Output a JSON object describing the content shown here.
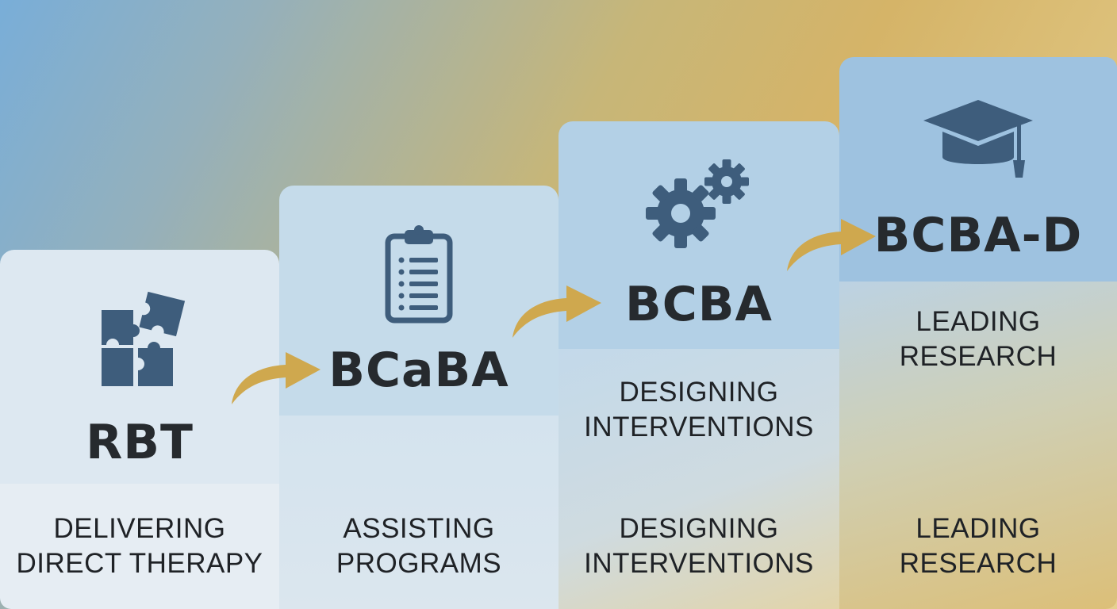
{
  "steps": [
    {
      "title": "RBT",
      "description": [
        "DELIVERING",
        "DIRECT THERAPY"
      ],
      "icon": "puzzle-icon"
    },
    {
      "title": "BCaBA",
      "description": [
        "ASSISTING",
        "PROGRAMS"
      ],
      "icon": "clipboard-icon"
    },
    {
      "title": "BCBA",
      "upper_description": [
        "DESIGNING",
        "INTERVENTIONS"
      ],
      "description": [
        "DESIGNING",
        "INTERVENTIONS"
      ],
      "icon": "gears-icon"
    },
    {
      "title": "BCBA-D",
      "upper_description": [
        "LEADING",
        "RESEARCH"
      ],
      "description": [
        "LEADING",
        "RESEARCH"
      ],
      "icon": "graduation-cap-icon"
    }
  ],
  "colors": {
    "icon": "#3e5d7c",
    "arrow": "#cfa84e",
    "text": "#262a2e"
  }
}
